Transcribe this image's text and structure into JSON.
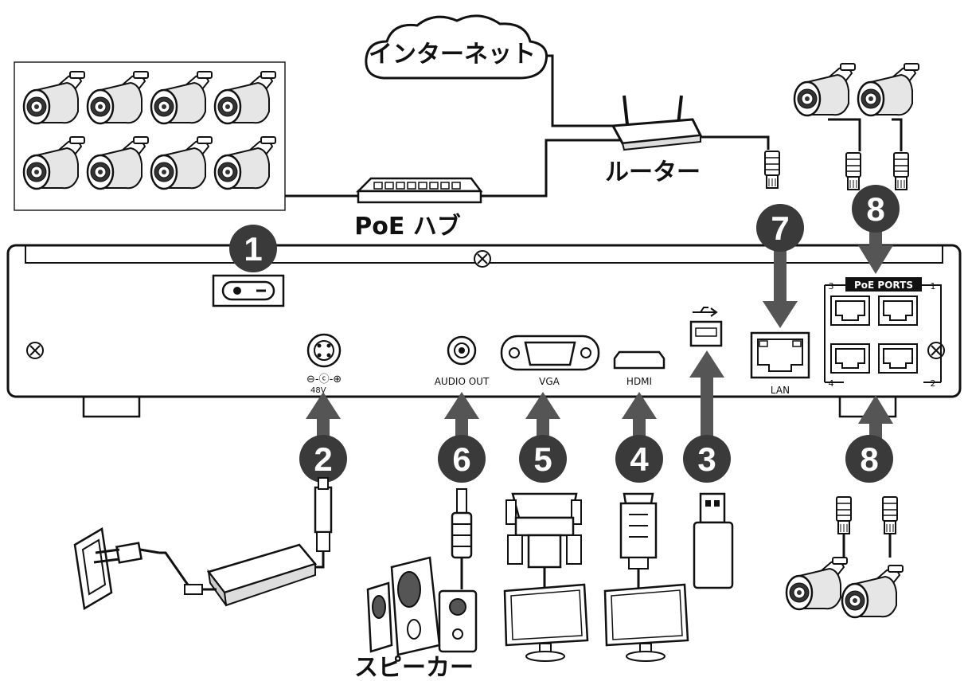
{
  "labels": {
    "internet": "インターネット",
    "router": "ルーター",
    "poe_hub": "PoE ハブ",
    "speaker": "スピーカー",
    "audio_out": "AUDIO OUT",
    "vga": "VGA",
    "hdmi": "HDMI",
    "lan": "LAN",
    "poe_ports": "PoE PORTS",
    "voltage": "48V",
    "port_1": "1",
    "port_2": "2",
    "port_3": "3",
    "port_4": "4"
  },
  "badges": {
    "power_switch": "1",
    "power_input": "2",
    "usb": "3",
    "hdmi": "4",
    "vga": "5",
    "audio": "6",
    "lan": "7",
    "poe_top": "8",
    "poe_bottom": "8"
  },
  "icons": {
    "usb_symbol": "usb-icon",
    "screw": "screw-icon",
    "camera": "bullet-camera-icon"
  },
  "colors": {
    "badge": "#3a3a3a",
    "arrow": "#555555",
    "line": "#111111"
  }
}
